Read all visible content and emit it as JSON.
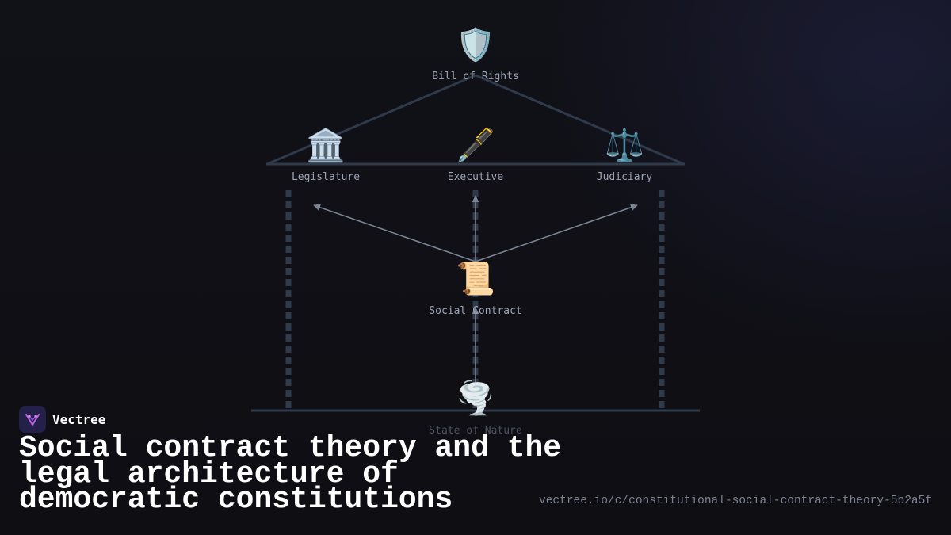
{
  "diagram": {
    "nodes": [
      {
        "id": "bill-of-rights",
        "label": "Bill of Rights",
        "icon": "shield-icon",
        "glyph": "🛡️"
      },
      {
        "id": "legislature",
        "label": "Legislature",
        "icon": "classical-building-icon",
        "glyph": "🏛️"
      },
      {
        "id": "executive",
        "label": "Executive",
        "icon": "fountain-pen-icon",
        "glyph": "🖋️"
      },
      {
        "id": "judiciary",
        "label": "Judiciary",
        "icon": "balance-scale-icon",
        "glyph": "⚖️"
      },
      {
        "id": "social-contract",
        "label": "Social Contract",
        "icon": "scroll-icon",
        "glyph": "📜"
      },
      {
        "id": "state-of-nature",
        "label": "State of Nature",
        "icon": "tornado-icon",
        "glyph": "🌪️"
      }
    ],
    "edges": [
      {
        "from": "state-of-nature",
        "to": "social-contract"
      },
      {
        "from": "social-contract",
        "to": "legislature"
      },
      {
        "from": "social-contract",
        "to": "executive"
      },
      {
        "from": "social-contract",
        "to": "judiciary"
      }
    ]
  },
  "brand": {
    "name": "Vectree",
    "logo_icon": "vectree-logo-icon"
  },
  "title": "Social contract theory and the legal architecture of democratic constitutions",
  "url": "vectree.io/c/constitutional-social-contract-theory-5b2a5f",
  "colors": {
    "background": "#0e0e13",
    "structure": "#2f3a4a",
    "arrow": "#7a8394",
    "label": "#9ca3b4",
    "brand_accent": "#c064e6"
  }
}
